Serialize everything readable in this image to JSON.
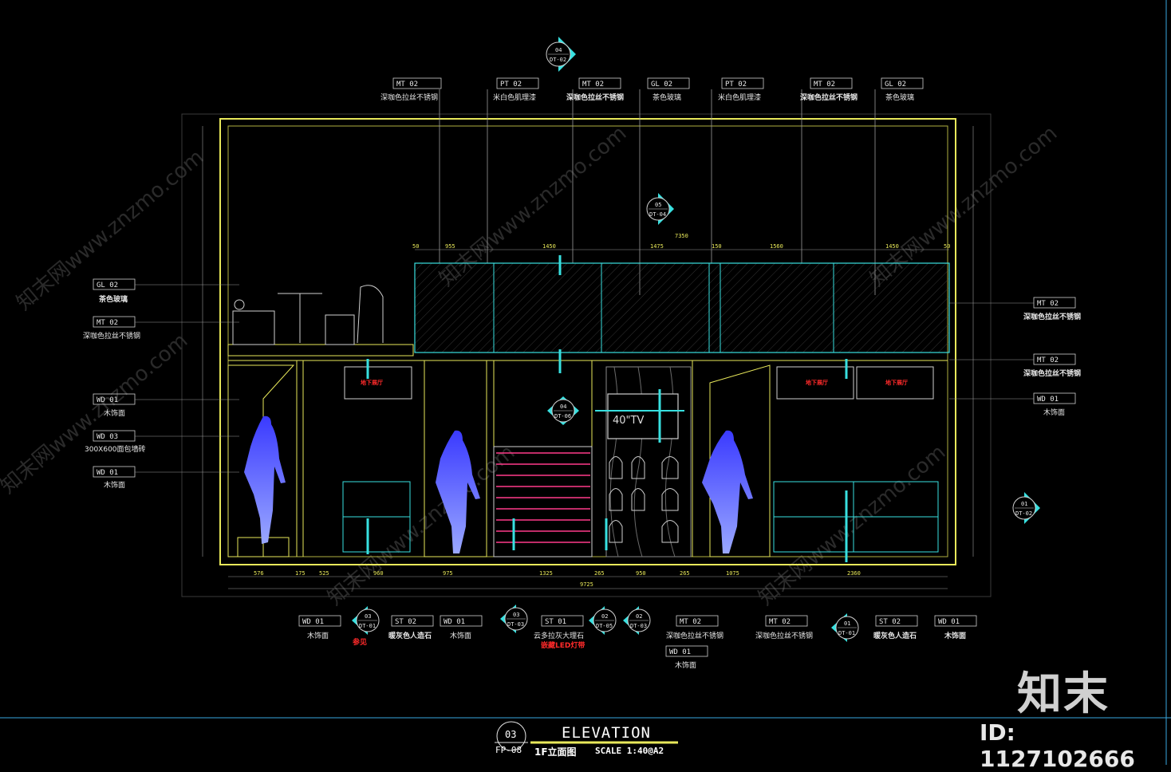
{
  "top_labels": [
    {
      "code": "MT  02",
      "text": "深咖色拉丝不锈钢"
    },
    {
      "code": "PT  02",
      "text": "米白色肌理漆"
    },
    {
      "code": "MT  02",
      "text": "深咖色拉丝不锈钢"
    },
    {
      "code": "GL  02",
      "text": "茶色玻璃"
    },
    {
      "code": "PT  02",
      "text": "米白色肌理漆"
    },
    {
      "code": "MT  02",
      "text": "深咖色拉丝不锈钢"
    },
    {
      "code": "GL  02",
      "text": "茶色玻璃"
    }
  ],
  "left_labels": [
    {
      "code": "GL  02",
      "text": "茶色玻璃"
    },
    {
      "code": "MT  02",
      "text": "深咖色拉丝不锈钢"
    },
    {
      "code": "WD  01",
      "text": "木饰面"
    },
    {
      "code": "WD  03",
      "text": "300X600面包墙砖"
    },
    {
      "code": "WD  01",
      "text": "木饰面"
    }
  ],
  "right_labels": [
    {
      "code": "MT  02",
      "text": "深咖色拉丝不锈钢"
    },
    {
      "code": "MT  02",
      "text": "深咖色拉丝不锈钢"
    },
    {
      "code": "WD  01",
      "text": "木饰面"
    }
  ],
  "bottom_labels": [
    {
      "code": "WD  01",
      "text": "木饰面",
      "extra": "参见"
    },
    {
      "code": "ST  02",
      "text": "暖灰色人造石",
      "extra": ""
    },
    {
      "code": "WD  01",
      "text": "木饰面",
      "extra": ""
    },
    {
      "code": "ST  01",
      "text": "云多拉灰大理石",
      "extra": "嵌藏LED灯带"
    },
    {
      "code": "MT  02",
      "text": "深咖色拉丝不锈钢",
      "extra": ""
    },
    {
      "code": "WD  01",
      "text": "木饰面",
      "extra": ""
    },
    {
      "code": "MT  02",
      "text": "深咖色拉丝不锈钢",
      "extra": ""
    },
    {
      "code": "ST  02",
      "text": "暖灰色人造石",
      "extra": ""
    },
    {
      "code": "WD  01",
      "text": "木饰面",
      "extra": ""
    }
  ],
  "section_markers": [
    {
      "num": "04",
      "ref": "DT-02"
    },
    {
      "num": "05",
      "ref": "DT-04"
    },
    {
      "num": "04",
      "ref": "DT-06"
    },
    {
      "num": "01",
      "ref": "DT-02"
    },
    {
      "num": "03",
      "ref": "DT-01"
    },
    {
      "num": "03",
      "ref": "DT-03"
    },
    {
      "num": "02",
      "ref": "DT-05"
    },
    {
      "num": "02",
      "ref": "DT-03"
    },
    {
      "num": "01",
      "ref": "DT-01"
    }
  ],
  "tv_label": "40\"TV",
  "bottom_dims": [
    "576",
    "175",
    "525",
    "960",
    "975",
    "1325",
    "265",
    "950",
    "265",
    "1075",
    "2360"
  ],
  "overall_dim": "9725",
  "upper_dims": [
    "50",
    "955",
    "1450",
    "1475",
    "150",
    "1560",
    "1450",
    "50"
  ],
  "upper_total": "7350",
  "title": {
    "sheet_number": "03",
    "sheet_ref": "FP-08",
    "main": "ELEVATION",
    "sub": "1F立面图",
    "scale": "SCALE 1:40@A2"
  },
  "watermark": "知末网www.znzmo.com",
  "brand": "知末",
  "id_text": "ID: 1127102666",
  "colors": {
    "frame": "#e8e85a",
    "cyan": "#38e0e0",
    "figure": "#4a5cff",
    "red": "#ff2a2a",
    "magenta": "#ff3a8a",
    "white": "#e6e6e6"
  }
}
